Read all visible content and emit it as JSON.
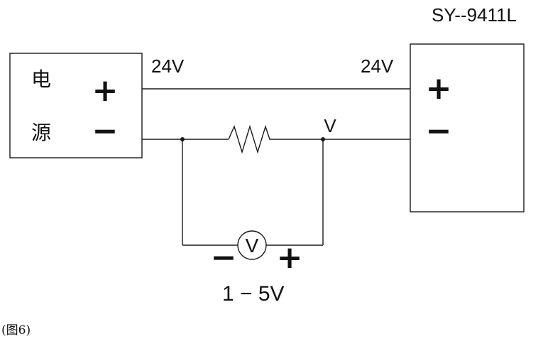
{
  "power_supply": {
    "label_top": "电",
    "label_bottom": "源",
    "plus": "+",
    "minus": "−"
  },
  "device": {
    "title": "SY--9411L",
    "plus": "+",
    "minus": "−"
  },
  "wires": {
    "left_voltage": "24V",
    "right_voltage": "24V",
    "node_label": "V"
  },
  "voltmeter": {
    "symbol": "V",
    "minus": "−",
    "plus": "+",
    "range": "1 − 5V"
  },
  "caption": "(图6)"
}
